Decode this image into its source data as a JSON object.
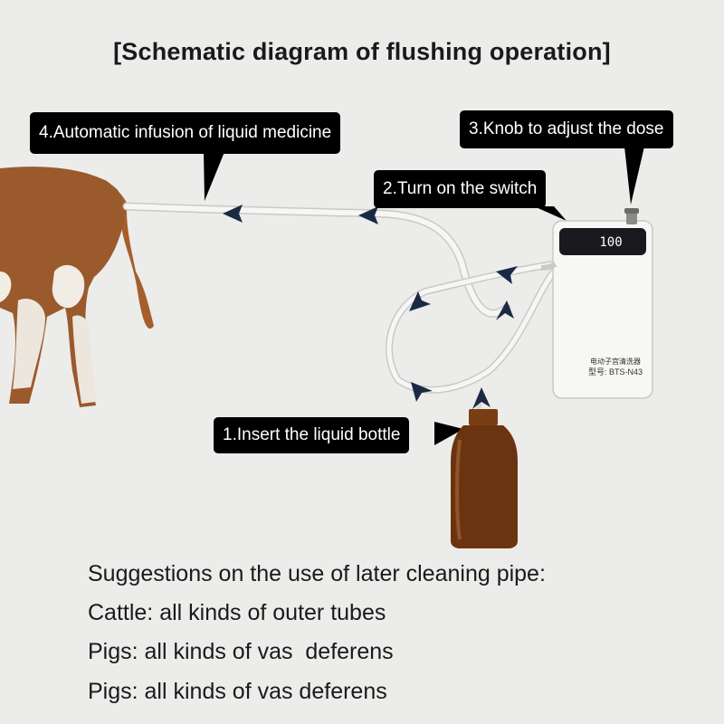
{
  "title": "[Schematic diagram of flushing operation]",
  "steps": [
    {
      "label": "1.Insert the liquid bottle"
    },
    {
      "label": "2.Turn on the switch"
    },
    {
      "label": "3.Knob to adjust the dose"
    },
    {
      "label": "4.Automatic infusion of liquid medicine"
    }
  ],
  "device": {
    "display": "100",
    "name": "电动子宫清洗器",
    "model": "型号: BTS-N43"
  },
  "suggestions": {
    "heading": "Suggestions on the use of later cleaning pipe:",
    "lines": [
      "Cattle: all kinds of outer tubes",
      "Pigs: all kinds of vas  deferens",
      "Pigs: all kinds of vas deferens"
    ]
  },
  "colors": {
    "callout_bg": "#000000",
    "cow_brown": "#9a5a2c",
    "bottle_amber": "#6b3410",
    "arrow_navy": "#1b2a44",
    "tube": "#f4f4f2"
  }
}
